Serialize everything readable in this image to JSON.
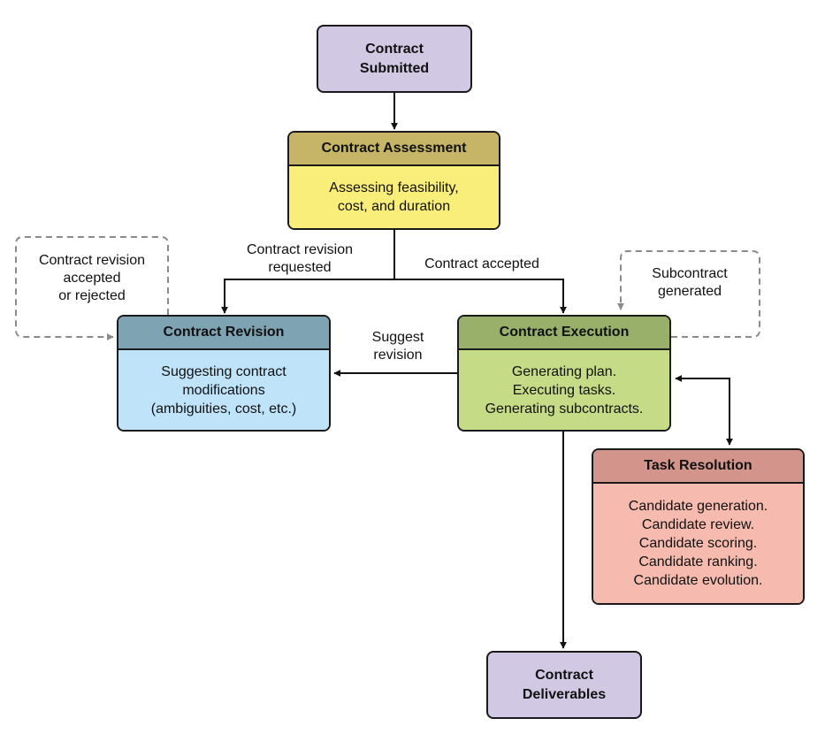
{
  "nodes": {
    "submitted": {
      "title": "Contract\nSubmitted"
    },
    "assessment": {
      "header": "Contract Assessment",
      "body": "Assessing feasibility,\ncost, and duration"
    },
    "revision": {
      "header": "Contract Revision",
      "body": "Suggesting contract\nmodifications\n(ambiguities, cost, etc.)"
    },
    "execution": {
      "header": "Contract Execution",
      "body": "Generating plan.\nExecuting tasks.\nGenerating subcontracts."
    },
    "task_resolution": {
      "header": "Task Resolution",
      "body": "Candidate generation.\nCandidate review.\nCandidate scoring.\nCandidate ranking.\nCandidate evolution."
    },
    "deliverables": {
      "title": "Contract\nDeliverables"
    }
  },
  "edge_labels": {
    "revision_requested": "Contract revision\nrequested",
    "accepted": "Contract accepted",
    "suggest_revision": "Suggest\nrevision",
    "revision_loop": "Contract revision\naccepted\nor rejected",
    "subcontract_loop": "Subcontract\ngenerated"
  },
  "colors": {
    "submitted": "#d1c8e4",
    "assessment_header": "#c6b566",
    "assessment_body": "#f8ee79",
    "revision_header": "#7ea3b2",
    "revision_body": "#bfe3f8",
    "execution_header": "#98b06a",
    "execution_body": "#c6db86",
    "task_header": "#d2948b",
    "task_body": "#f6bbae",
    "deliverables": "#d1c8e4",
    "arrow": "#111111",
    "dashed_arrow": "#8a8a8a"
  }
}
